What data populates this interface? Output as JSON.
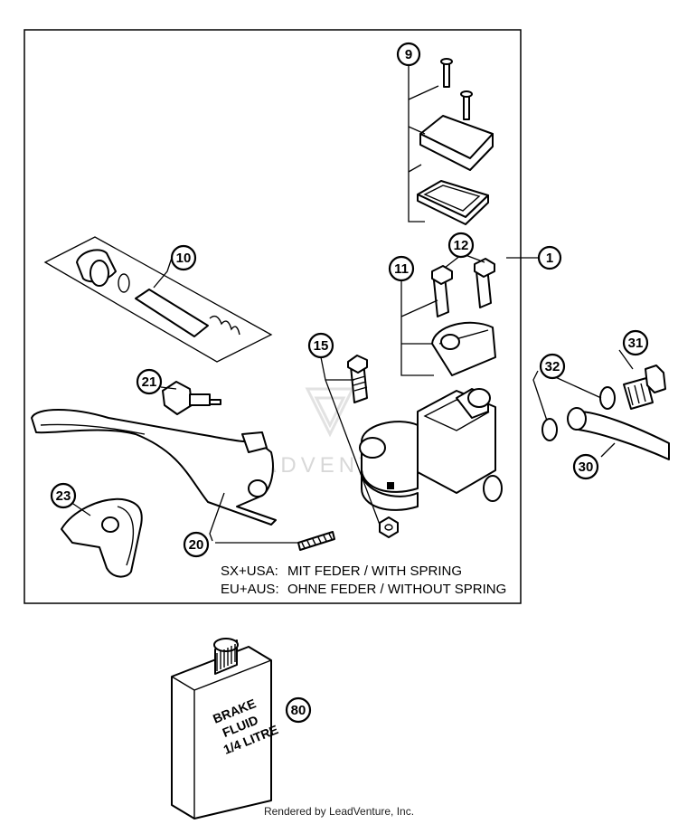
{
  "callouts": {
    "c1": "1",
    "c9": "9",
    "c10": "10",
    "c11": "11",
    "c12": "12",
    "c15": "15",
    "c20": "20",
    "c21": "21",
    "c23": "23",
    "c30": "30",
    "c31": "31",
    "c32": "32",
    "c80": "80"
  },
  "notes": {
    "line1_region": "SX+USA:",
    "line1_text": "MIT FEDER / WITH SPRING",
    "line2_region": "EU+AUS:",
    "line2_text": "OHNE FEDER / WITHOUT SPRING"
  },
  "bottle": {
    "line1": "BRAKE",
    "line2": "FLUID",
    "line3": "1/4 LITRE"
  },
  "watermark": "LEADVENTURE",
  "credit": "Rendered by LeadVenture, Inc."
}
